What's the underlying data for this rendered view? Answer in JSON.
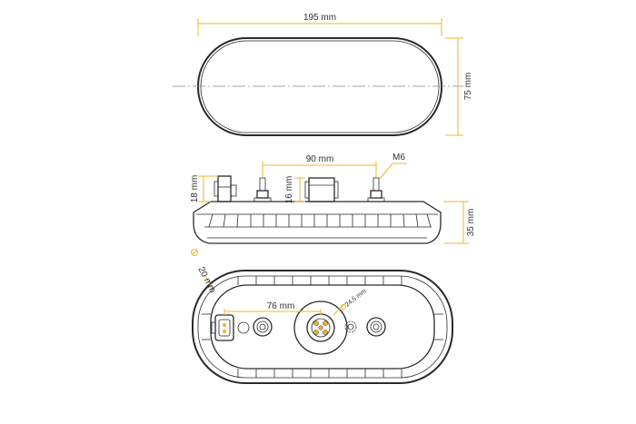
{
  "dimensions": {
    "top_width": "195 mm",
    "top_height": "75 mm",
    "side_pitch": "90 mm",
    "side_thread": "M6",
    "side_connector_height": "18 mm",
    "side_stud_height": "16 mm",
    "side_depth": "35 mm",
    "bottom_spacing": "76 mm",
    "bottom_hole_dia": "24,5 mm",
    "bottom_plug_dia": "20 mm"
  },
  "colors": {
    "dimension_line": "#f0b429",
    "outline": "#2a2a2a",
    "background": "#ffffff"
  }
}
